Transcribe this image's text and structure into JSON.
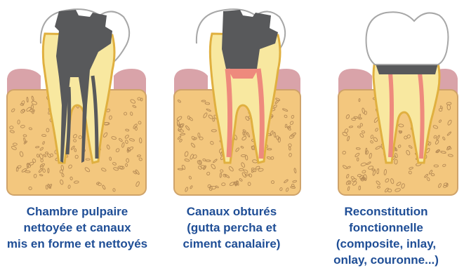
{
  "colors": {
    "caption_text": "#1f4e96",
    "bone_fill": "#f3c77e",
    "bone_edge": "#cfa36a",
    "bone_speckle": "#b58a55",
    "gum": "#d9a3a9",
    "gum_dark": "#b9868b",
    "tooth": "#f8e8a0",
    "tooth_outline": "#e0b040",
    "debris": "#58595b",
    "canal_fill": "#ee8a7d",
    "crown_line": "#a7a7a7",
    "crown_white": "#ffffff"
  },
  "panels": [
    {
      "id": "cleaned",
      "caption_lines": [
        "Chambre pulpaire",
        "nettoyée et canaux",
        "mis en forme et nettoyés"
      ]
    },
    {
      "id": "filled",
      "caption_lines": [
        "Canaux obturés",
        "(gutta percha et",
        "ciment canalaire)"
      ]
    },
    {
      "id": "restored",
      "caption_lines": [
        "Reconstitution",
        "fonctionnelle",
        "(composite, inlay,",
        "onlay, couronne...)"
      ]
    }
  ]
}
